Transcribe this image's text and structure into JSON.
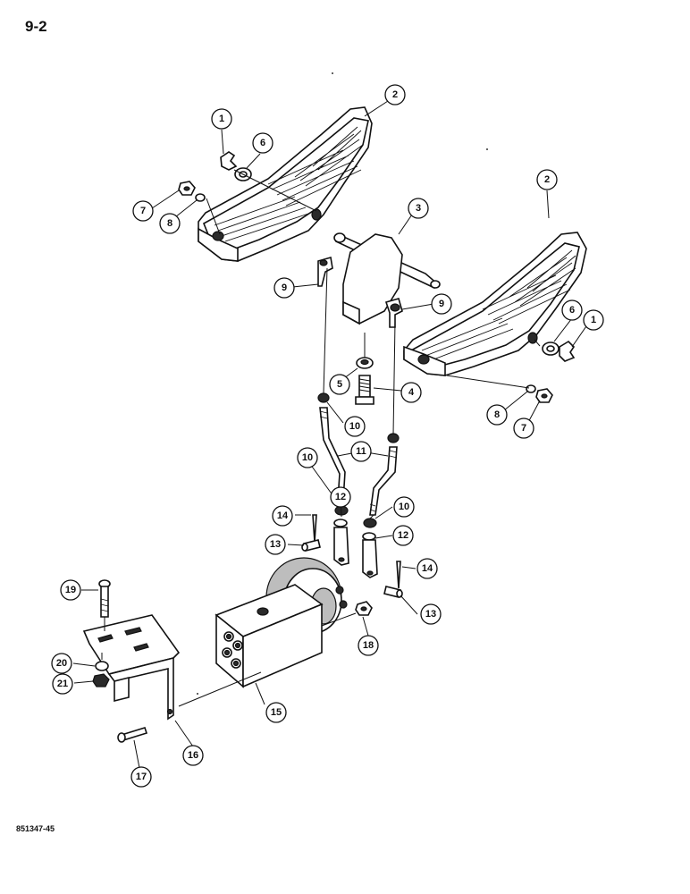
{
  "page_number": "9-2",
  "drawing_code": "851347-45",
  "callouts": [
    {
      "id": "c1a",
      "label": "1"
    },
    {
      "id": "c2a",
      "label": "2"
    },
    {
      "id": "c6a",
      "label": "6"
    },
    {
      "id": "c7a",
      "label": "7"
    },
    {
      "id": "c8a",
      "label": "8"
    },
    {
      "id": "c2b",
      "label": "2"
    },
    {
      "id": "c3",
      "label": "3"
    },
    {
      "id": "c9a",
      "label": "9"
    },
    {
      "id": "c9b",
      "label": "9"
    },
    {
      "id": "c6b",
      "label": "6"
    },
    {
      "id": "c1b",
      "label": "1"
    },
    {
      "id": "c5",
      "label": "5"
    },
    {
      "id": "c4",
      "label": "4"
    },
    {
      "id": "c8b",
      "label": "8"
    },
    {
      "id": "c7b",
      "label": "7"
    },
    {
      "id": "c10a",
      "label": "10"
    },
    {
      "id": "c11",
      "label": "11"
    },
    {
      "id": "c10b",
      "label": "10"
    },
    {
      "id": "c12a",
      "label": "12"
    },
    {
      "id": "c10c",
      "label": "10"
    },
    {
      "id": "c14a",
      "label": "14"
    },
    {
      "id": "c12b",
      "label": "12"
    },
    {
      "id": "c13a",
      "label": "13"
    },
    {
      "id": "c14b",
      "label": "14"
    },
    {
      "id": "c13b",
      "label": "13"
    },
    {
      "id": "c19",
      "label": "19"
    },
    {
      "id": "c18",
      "label": "18"
    },
    {
      "id": "c20",
      "label": "20"
    },
    {
      "id": "c21",
      "label": "21"
    },
    {
      "id": "c15",
      "label": "15"
    },
    {
      "id": "c16",
      "label": "16"
    },
    {
      "id": "c17",
      "label": "17"
    }
  ]
}
